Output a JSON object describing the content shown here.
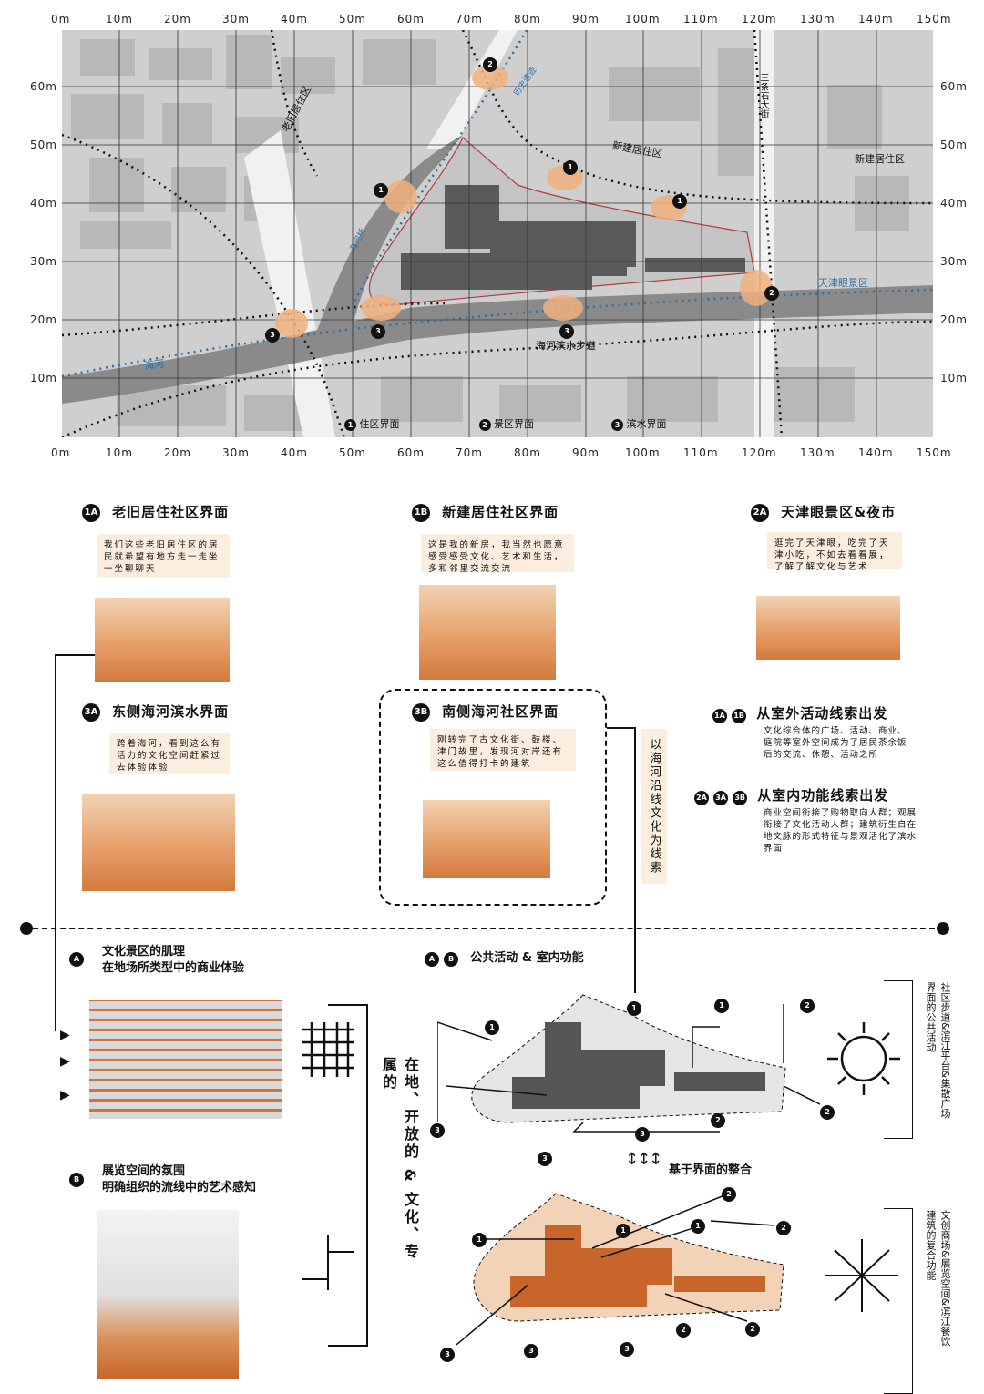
{
  "axis": {
    "x_labels": [
      "0m",
      "10m",
      "20m",
      "30m",
      "40m",
      "50m",
      "60m",
      "70m",
      "80m",
      "90m",
      "100m",
      "110m",
      "120m",
      "130m",
      "140m",
      "150m"
    ],
    "y_labels": [
      "60m",
      "50m",
      "40m",
      "30m",
      "20m",
      "10m"
    ]
  },
  "map": {
    "labels": {
      "old_residential": "老旧居住区",
      "new_residential": "新建居住区",
      "new_residential_right": "新建居住区",
      "road": "三条石大街",
      "tianjin_eye": "天津眼景区",
      "river": "海河",
      "promenade": "海河滨水步道",
      "site_a": "海河桥",
      "site_b": "历史遗迹"
    },
    "legend": [
      {
        "num": "1",
        "label": "住区界面"
      },
      {
        "num": "2",
        "label": "景区界面"
      },
      {
        "num": "3",
        "label": "滨水界面"
      }
    ]
  },
  "panels": {
    "p1a": {
      "badge": "1A",
      "title": "老旧居住社区界面",
      "text": "我们这些老旧居住区的居民就希望有地方走一走坐一坐聊聊天"
    },
    "p1b": {
      "badge": "1B",
      "title": "新建居住社区界面",
      "text": "这是我的新房，我当然也愿意感受感受文化、艺术和生活，多和邻里交流交流"
    },
    "p2a": {
      "badge": "2A",
      "title": "天津眼景区&夜市",
      "text": "逛完了天津眼，吃完了天津小吃，不如去看看展，了解了解文化与艺术"
    },
    "p3a": {
      "badge": "3A",
      "title": "东侧海河滨水界面",
      "text": "跨着海河，看到这么有活力的文化空间赶紧过去体验体验"
    },
    "p3b": {
      "badge": "3B",
      "title": "南侧海河社区界面",
      "text": "刚转完了古文化街、鼓楼、津门故里，发现河对岸还有这么值得打卡的建筑"
    }
  },
  "clues": {
    "outdoor": {
      "badges": [
        "1A",
        "1B"
      ],
      "title": "从室外活动线索出发",
      "text": "文化综合体的广场、活动、商业、庭院等室外空间成为了居民茶余饭后的交流、休憩、活动之所"
    },
    "indoor": {
      "badges": [
        "2A",
        "3A",
        "3B"
      ],
      "title": "从室内功能线索出发",
      "text": "商业空间衔接了购物取向人群；观展衔接了文化活动人群；建筑衍生自在地文脉的形式特征与景观活化了滨水界面"
    }
  },
  "side_label": "以海河沿线文化为线索",
  "lower": {
    "a_title_1": "文化景区的肌理",
    "a_title_2": "在地场所类型中的商业体验",
    "b_title_1": "展览空间的氛围",
    "b_title_2": "明确组织的流线中的艺术感知",
    "ab_badges": [
      "A",
      "B"
    ],
    "ab_title": "公共活动 & 室内功能",
    "vertical_center": "在地、开放的 & 文化、专属的",
    "integration": "基于界面的整合",
    "right_top_1": "界面的公共活动",
    "right_top_2": "社区步道&滨江平台&集散广场",
    "right_bottom_1": "建筑的复合功能",
    "right_bottom_2": "文创商场&展览空间&滨江餐饮"
  },
  "diagram_nums": {
    "top": [
      "1",
      "1",
      "2",
      "1",
      "3",
      "3",
      "2",
      "2",
      "3"
    ],
    "bottom": [
      "2",
      "1",
      "1",
      "1",
      "2",
      "3",
      "3",
      "3",
      "2",
      "2"
    ]
  },
  "colors": {
    "accent": "#c8652a",
    "bubble": "#fbeede",
    "river_line": "#2e6fa3"
  }
}
